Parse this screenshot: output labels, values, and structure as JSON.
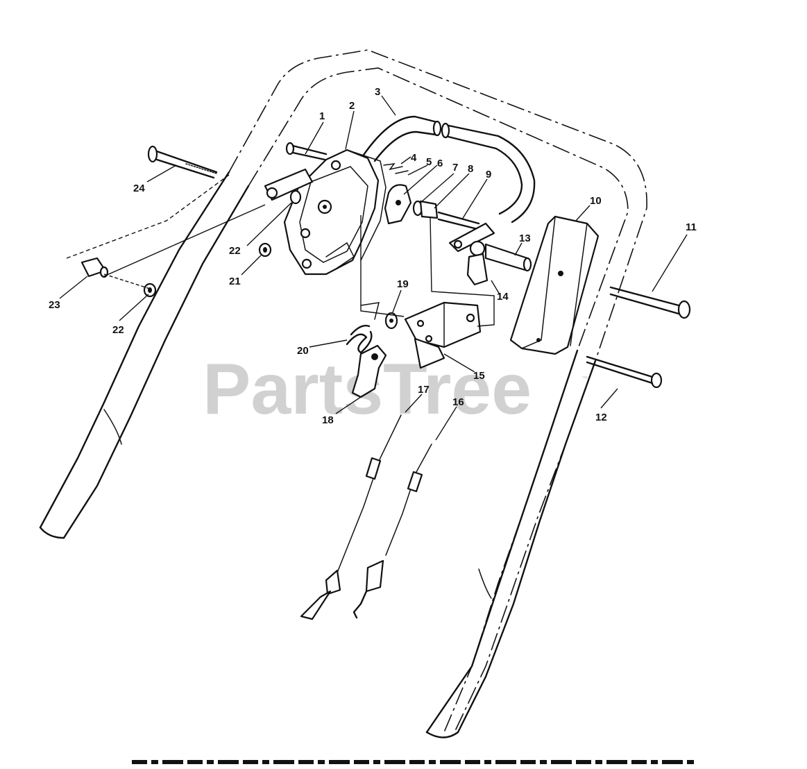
{
  "watermark": {
    "text": "PartsTree",
    "trademark": "™"
  },
  "callouts": [
    "1",
    "2",
    "3",
    "4",
    "5",
    "6",
    "7",
    "8",
    "9",
    "10",
    "11",
    "12",
    "13",
    "14",
    "15",
    "16",
    "17",
    "18",
    "19",
    "20",
    "21",
    "22",
    "22",
    "23",
    "24"
  ]
}
